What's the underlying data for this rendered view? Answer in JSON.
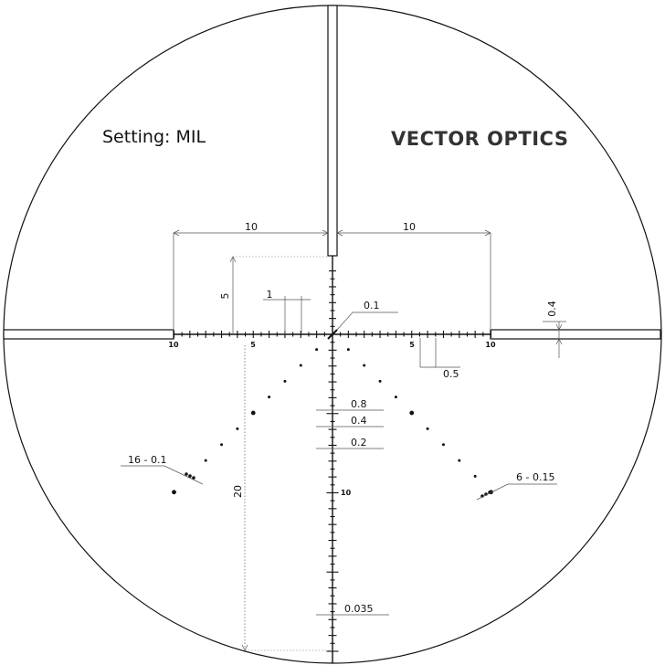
{
  "header": {
    "setting_text": "Setting: MIL",
    "brand_logo": "VECTOR OPTICS"
  },
  "dimensions": {
    "left_span": "10",
    "right_span": "10",
    "vertical_span": "5",
    "one_mil": "1",
    "center_dot": "0.1",
    "post_width": "0.4",
    "tick_spacing": "0.5",
    "bar_08": "0.8",
    "bar_04": "0.4",
    "bar_02": "0.2",
    "left_dots": "16 - 0.1",
    "right_dots": "6 - 0.15",
    "drop_20": "20",
    "line_width": "0.035"
  },
  "axis_labels": {
    "left_10": "10",
    "left_5": "5",
    "right_5": "5",
    "right_10": "10",
    "bottom_10": "10"
  },
  "colors": {
    "ink": "#111111",
    "dim_line": "#555555",
    "dotted": "#777777"
  }
}
